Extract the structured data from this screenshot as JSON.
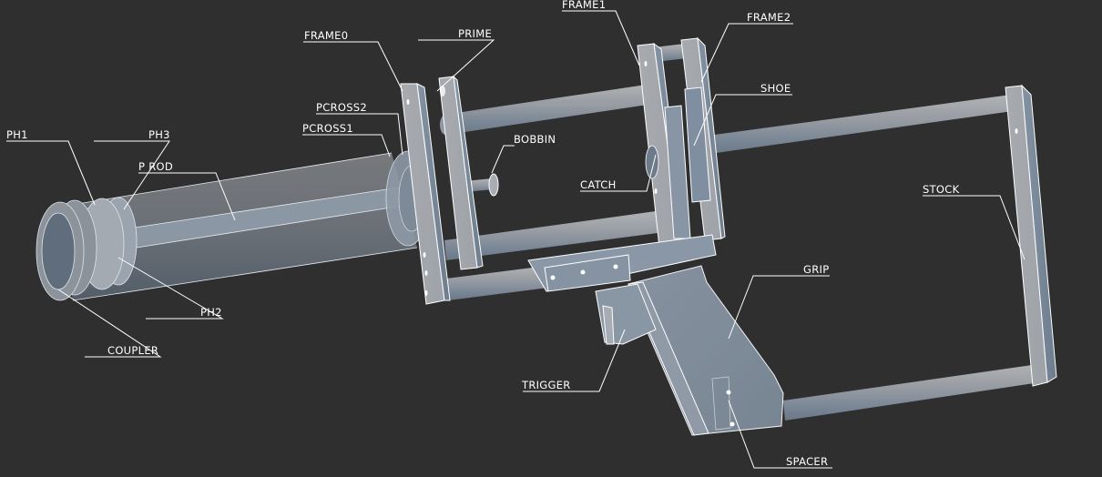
{
  "diagram": {
    "title": "Pistol assembly exploded-view (CAD render)",
    "background": "#2f2f2f",
    "colors": {
      "part_light": "#a6a9ad",
      "part_mid": "#8a96a4",
      "part_dark": "#6c7a8a",
      "glass_tube": "#7a7e84",
      "outline": "#ffffff",
      "label": "#ffffff"
    },
    "labels": {
      "ph1": "PH1",
      "ph3": "PH3",
      "p_rod": "P ROD",
      "ph2": "PH2",
      "coupler": "COUPLER",
      "frame0": "FRAME0",
      "prime": "PRIME",
      "pcross2": "PCROSS2",
      "pcross1": "PCROSS1",
      "bobbin": "BOBBIN",
      "frame1": "FRAME1",
      "frame2": "FRAME2",
      "shoe": "SHOE",
      "catch": "CATCH",
      "stock": "STOCK",
      "grip": "GRIP",
      "trigger": "TRIGGER",
      "spacer": "SPACER"
    }
  }
}
